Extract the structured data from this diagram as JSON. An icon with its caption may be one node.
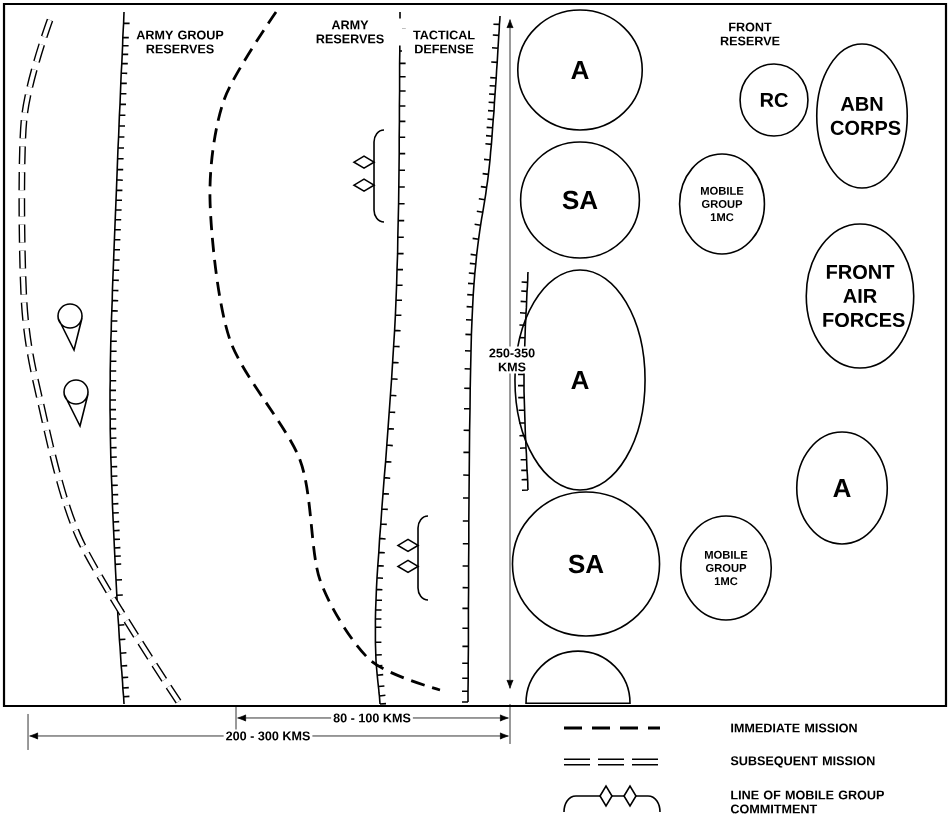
{
  "diagram": {
    "nodes": [
      {
        "text": [
          "A"
        ]
      },
      {
        "text": [
          "SA"
        ]
      },
      {
        "text": [
          "A"
        ]
      },
      {
        "text": [
          "SA"
        ]
      },
      {
        "text": [],
        "shape": "circle"
      },
      {
        "text": [
          "RC"
        ]
      },
      {
        "text": [
          "ABN CORPS"
        ]
      },
      {
        "text": [
          "MOBILE GROUP 1MC"
        ]
      },
      {
        "text": [
          "FRONT AIR FORCES"
        ]
      },
      {
        "text": [
          "A"
        ]
      },
      {
        "text": [
          "MOBILE GROUP 1MC"
        ]
      }
    ],
    "labels": [
      "ARMY GROUP RESERVES",
      "ARMY RESERVES",
      "TACTICAL DEFENSE",
      "FRONT RESERVE",
      "250-350 KMS",
      "80 - 100 KMS",
      "200 - 300 KMS"
    ],
    "legend": [
      {
        "text": "IMMEDIATE MISSION"
      },
      {
        "text": "SUBSEQUENT MISSION"
      },
      {
        "text": "LINE OF MOBILE GROUP COMMITMENT"
      }
    ]
  }
}
